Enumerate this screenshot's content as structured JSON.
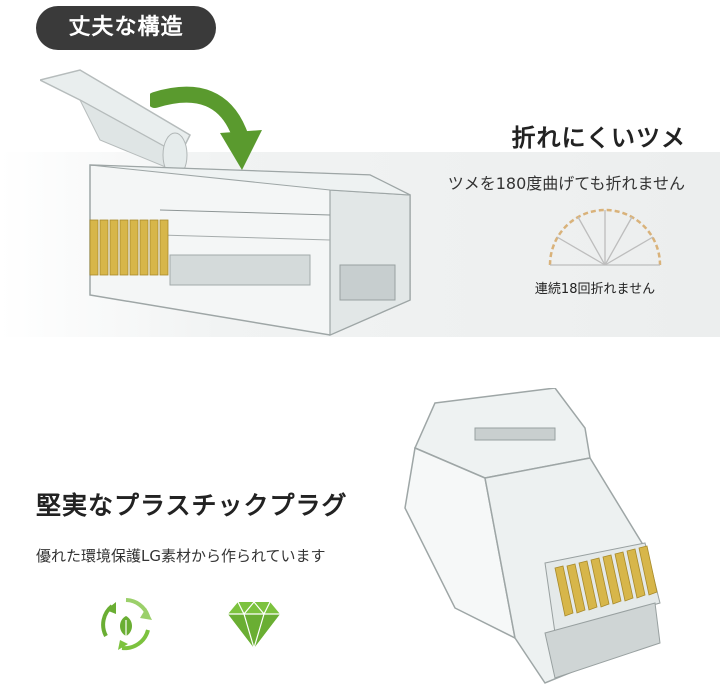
{
  "badge": "丈夫な構造",
  "section1": {
    "heading": "折れにくいツメ",
    "note": "ツメを180度曲げても折れません",
    "angle_caption": "連続18回折れません"
  },
  "section2": {
    "heading": "堅実なプラスチックプラグ",
    "note": "優れた環境保護LG素材から作られています"
  },
  "icons": [
    "recycle-leaf-icon",
    "diamond-icon"
  ],
  "colors": {
    "badge_bg": "#3a3a3a",
    "arrow_green": "#5a9a2e",
    "icon_green": "#7cc23e",
    "gold_contacts": "#d7b64a"
  }
}
